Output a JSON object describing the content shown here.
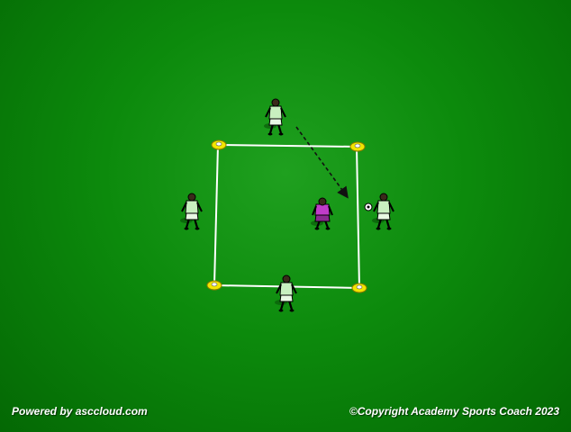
{
  "footer": {
    "powered_by": "Powered by asccloud.com",
    "copyright": "©Copyright Academy Sports Coach 2023"
  },
  "colors": {
    "pitch": "#0c8a0c",
    "line": "#ffffff",
    "cone": "#f2e600",
    "outfield_kit": "#c8f0c0",
    "goalkeeper_kit": "#c03cc8"
  },
  "diagram": {
    "players": [
      {
        "id": "top",
        "role": "outfield",
        "kit": "light-green"
      },
      {
        "id": "left",
        "role": "outfield",
        "kit": "light-green"
      },
      {
        "id": "right",
        "role": "outfield",
        "kit": "light-green",
        "has_ball": true
      },
      {
        "id": "bottom",
        "role": "outfield",
        "kit": "light-green"
      },
      {
        "id": "center",
        "role": "goalkeeper",
        "kit": "purple"
      }
    ],
    "cones": 4,
    "arrow": {
      "style": "dashed",
      "from": "top",
      "to": "right"
    }
  }
}
